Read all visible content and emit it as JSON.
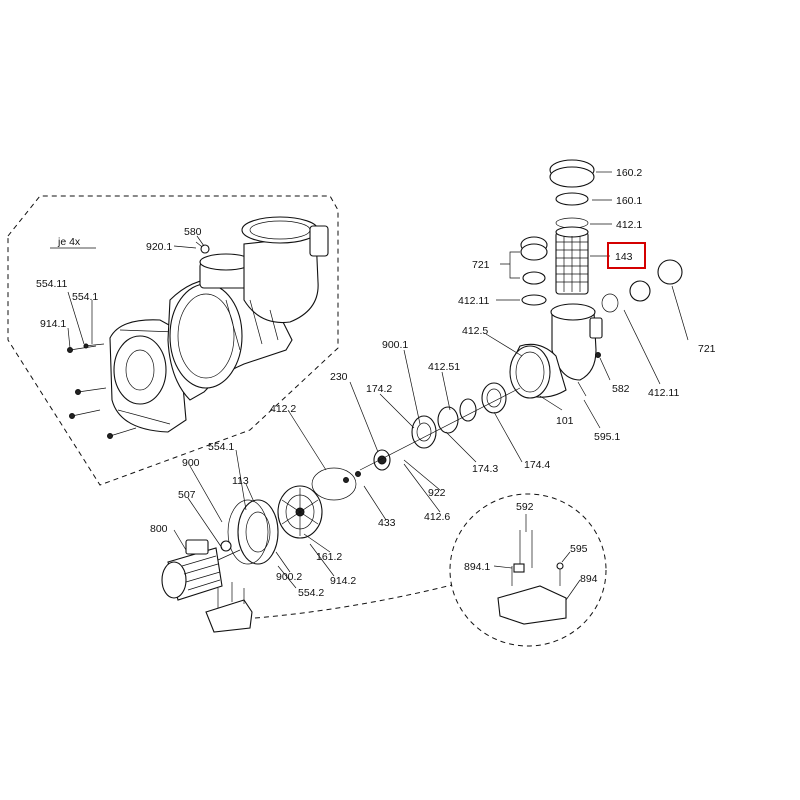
{
  "diagram": {
    "highlight_color": "#d40000",
    "labels": {
      "je4x": "je 4x",
      "l920_1": "920.1",
      "l580": "580",
      "l554_11": "554.11",
      "l554_1a": "554.1",
      "l914_1": "914.1",
      "l160_2": "160.2",
      "l160_1": "160.1",
      "l412_1": "412.1",
      "l143": "143",
      "l721a": "721",
      "l721b": "721",
      "l412_11a": "412.11",
      "l412_11b": "412.11",
      "l412_5": "412.5",
      "l900_1": "900.1",
      "l582": "582",
      "l230": "230",
      "l174_2": "174.2",
      "l412_51": "412.51",
      "l101": "101",
      "l595_1": "595.1",
      "l412_2": "412.2",
      "l174_3": "174.3",
      "l174_4": "174.4",
      "l554_1b": "554.1",
      "l900": "900",
      "l113": "113",
      "l507": "507",
      "l922": "922",
      "l412_6": "412.6",
      "l433": "433",
      "l800": "800",
      "l161_2": "161.2",
      "l900_2": "900.2",
      "l914_2": "914.2",
      "l554_2": "554.2",
      "l592": "592",
      "l595": "595",
      "l894_1": "894.1",
      "l894": "894"
    }
  }
}
